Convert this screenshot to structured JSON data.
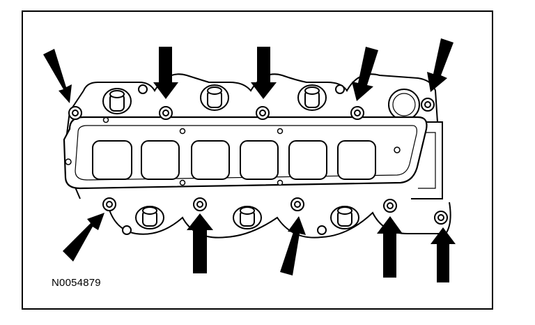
{
  "figure": {
    "id_label": "N0054879"
  },
  "colors": {
    "ink": "#000000",
    "paper": "#ffffff",
    "shade": "#e6e6e6"
  },
  "parts": {
    "bolt_count": 10,
    "arrow_count": 10,
    "intake_port_count": 6
  }
}
